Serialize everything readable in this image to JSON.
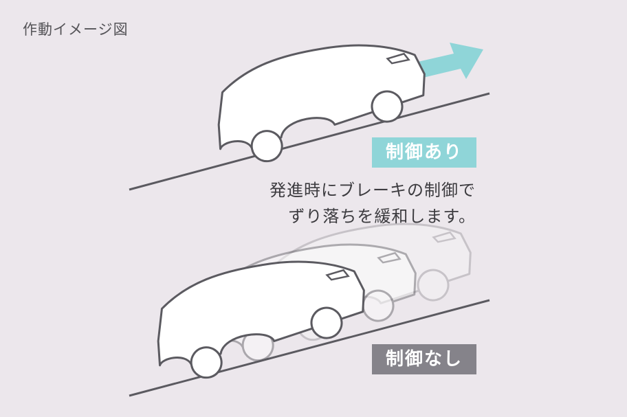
{
  "title": "作動イメージ図",
  "badge_with_control": "制御あり",
  "badge_without_control": "制御なし",
  "description": {
    "line1": "発進時にブレーキの制御で",
    "line2": "ずり落ちを緩和します。"
  },
  "colors": {
    "background": "#ece7ec",
    "arrow": "#8fd5d8",
    "badge_on": "#8fd5d8",
    "badge_off": "#85838a",
    "outline": "#5b5a60"
  }
}
